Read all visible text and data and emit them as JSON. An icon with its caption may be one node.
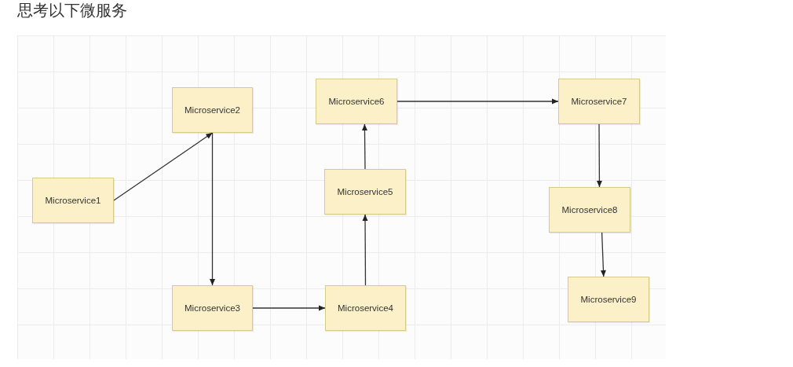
{
  "diagram": {
    "title": "思考以下微服务",
    "nodes": [
      {
        "text": [
          "Microservice1"
        ]
      },
      {
        "text": [
          "Microservice2"
        ]
      },
      {
        "text": [
          "Microservice3"
        ]
      },
      {
        "text": [
          "Microservice4"
        ]
      },
      {
        "text": [
          "Microservice5"
        ]
      },
      {
        "text": [
          "Microservice6"
        ]
      },
      {
        "text": [
          "Microservice7"
        ]
      },
      {
        "text": [
          "Microservice8"
        ]
      },
      {
        "text": [
          "Microservice9"
        ]
      }
    ],
    "edges": [
      {
        "from": 0,
        "to": 1,
        "arrow": "to"
      },
      {
        "from": 1,
        "to": 2,
        "arrow": "to"
      },
      {
        "from": 2,
        "to": 3,
        "arrow": "to"
      },
      {
        "from": 3,
        "to": 4,
        "arrow": "to"
      },
      {
        "from": 4,
        "to": 5,
        "arrow": "to"
      },
      {
        "from": 5,
        "to": 6,
        "arrow": "to"
      },
      {
        "from": 6,
        "to": 7,
        "arrow": "to"
      },
      {
        "from": 7,
        "to": 8,
        "arrow": "to"
      }
    ]
  }
}
